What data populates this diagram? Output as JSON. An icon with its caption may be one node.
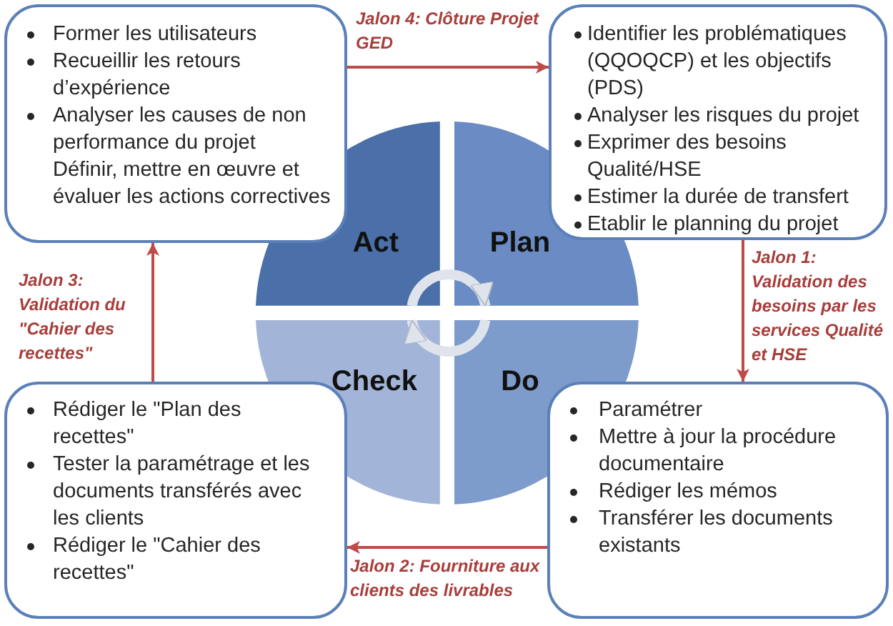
{
  "diagram": {
    "nodes": [
      {
        "text": [
          "Former les utilisateurs",
          "Recueillir les retours d’expérience",
          "Analyser les causes de non performance du projet",
          "Définir, mettre en œuvre et évaluer les actions correctives"
        ]
      },
      {
        "text": [
          "Identifier les problématiques (QQOQCP) et les objectifs (PDS)",
          "Analyser les risques du projet",
          "Exprimer des besoins Qualité/HSE",
          "Estimer la durée de transfert",
          "Etablir le planning du projet"
        ]
      },
      {
        "text": [
          "Act"
        ]
      },
      {
        "text": [
          "Plan"
        ]
      },
      {
        "text": [
          "Check"
        ]
      },
      {
        "text": [
          "Do"
        ]
      },
      {
        "text": [
          "Rédiger le \"Plan des recettes\"",
          "Tester la paramétrage et les documents transférés avec les clients",
          "Rédiger le \"Cahier des recettes\""
        ]
      },
      {
        "text": [
          "Paramétrer",
          "Mettre à jour la procédure documentaire",
          "Rédiger les mémos",
          "Transférer les documents existants"
        ]
      }
    ],
    "edges": [
      {
        "from": 0,
        "to": 1,
        "arrow": "to",
        "label": "Jalon 4: Clôture Projet GED"
      },
      {
        "from": 1,
        "to": 7,
        "arrow": "to",
        "label": "Jalon 1: Validation des besoins par les services Qualité et HSE"
      },
      {
        "from": 7,
        "to": 6,
        "arrow": "to",
        "label": "Jalon 2: Fourniture aux clients des livrables"
      },
      {
        "from": 6,
        "to": 0,
        "arrow": "to",
        "label": "Jalon 3: Validation du \"Cahier des recettes\""
      },
      {
        "from": 2,
        "to": 3,
        "arrow": "to",
        "style": "thick",
        "color": "#dfe4ec"
      },
      {
        "from": 5,
        "to": 4,
        "arrow": "to",
        "style": "thick",
        "color": "#dfe4ec"
      }
    ]
  }
}
